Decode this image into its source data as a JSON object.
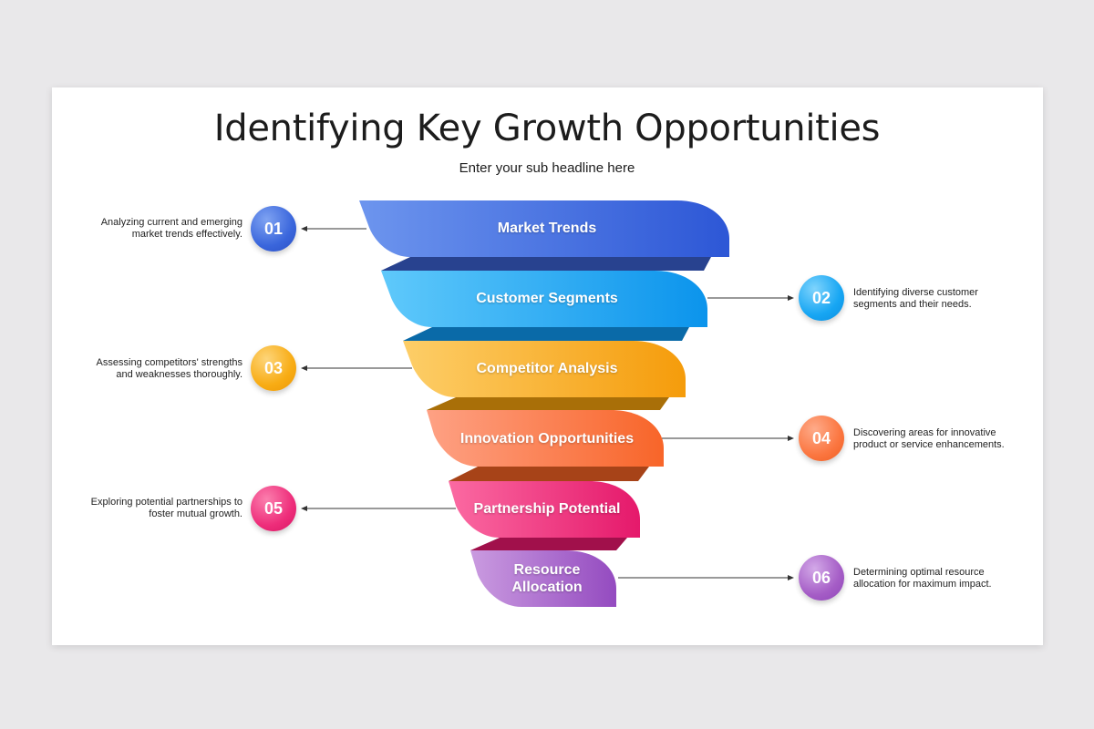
{
  "title": "Identifying Key Growth Opportunities",
  "subtitle": "Enter your sub headline here",
  "stages": [
    {
      "label": "Market Trends",
      "number": "01",
      "description": "Analyzing current and emerging market trends effectively.",
      "color": "#3f6fe0"
    },
    {
      "label": "Customer Segments",
      "number": "02",
      "description": "Identifying diverse customer segments and their needs.",
      "color": "#14a8f5"
    },
    {
      "label": "Competitor Analysis",
      "number": "03",
      "description": "Assessing competitors' strengths and weaknesses thoroughly.",
      "color": "#f8ac14"
    },
    {
      "label": "Innovation Opportunities",
      "number": "04",
      "description": "Discovering areas for innovative product or service enhancements.",
      "color": "#fb7640"
    },
    {
      "label": "Partnership Potential",
      "number": "05",
      "description": "Exploring potential partnerships to foster mutual growth.",
      "color": "#ee2d7a"
    },
    {
      "label": "Resource Allocation",
      "number": "06",
      "description": "Determining optimal resource allocation for maximum impact.",
      "color": "#a55dc6"
    }
  ]
}
